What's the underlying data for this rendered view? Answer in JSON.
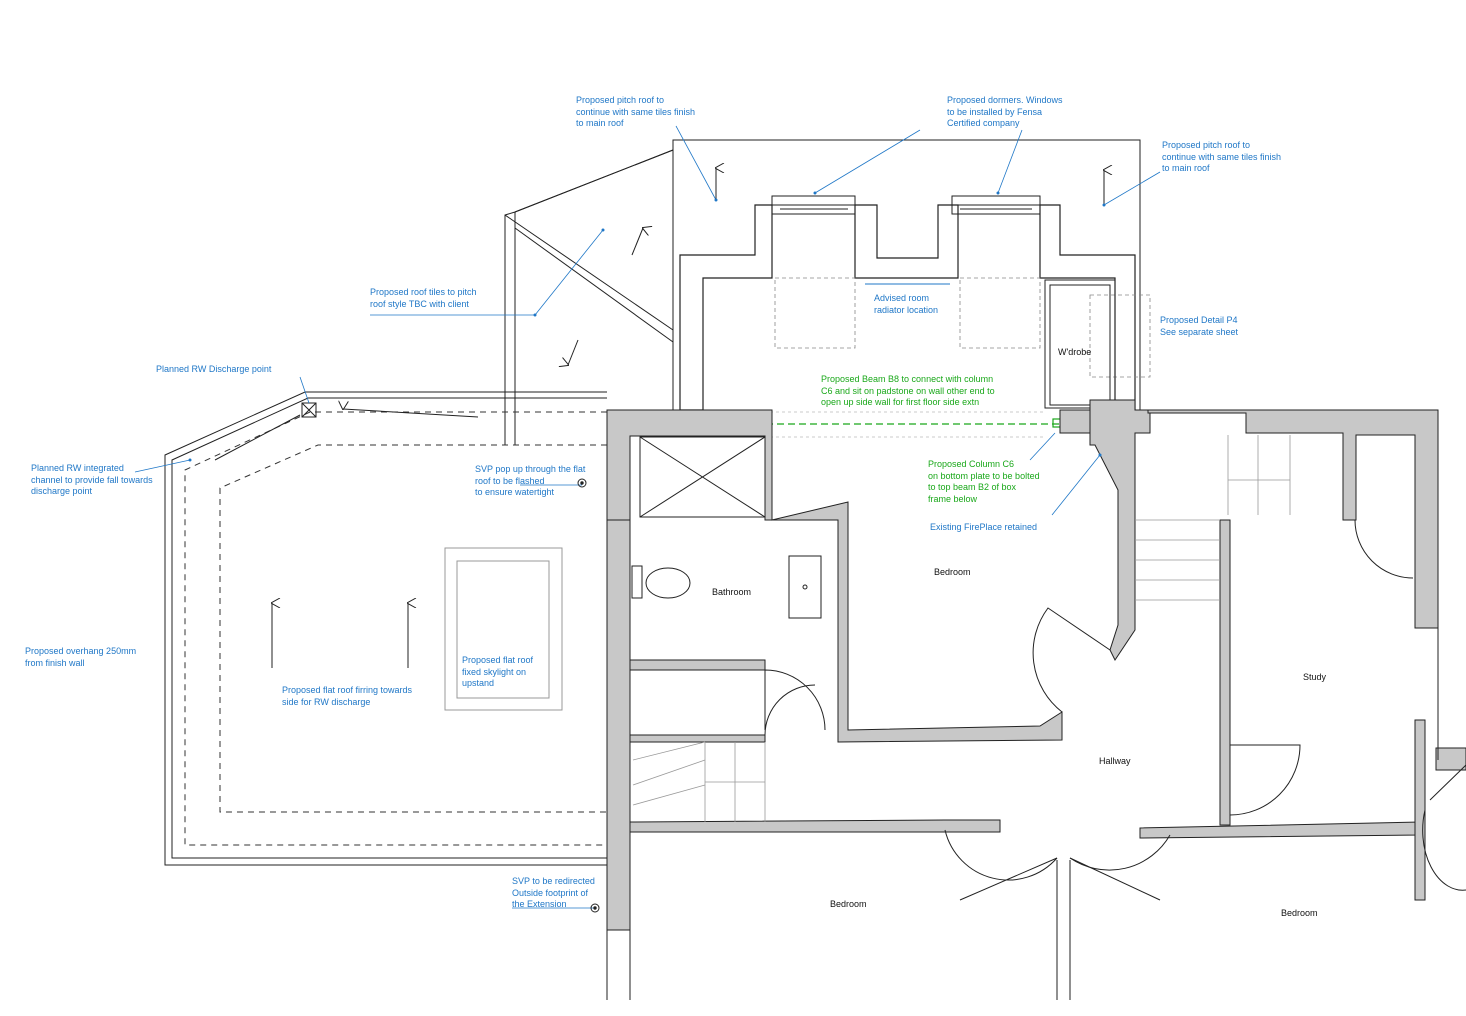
{
  "colors": {
    "annotation": "#1f77c7",
    "structural_note": "#1aa81a",
    "wall_fill": "#c8c8c8",
    "line": "#222222",
    "dash": "#333333"
  },
  "rooms": {
    "bathroom": "Bathroom",
    "bedroom_upper": "Bedroom",
    "bedroom_lower_left": "Bedroom",
    "bedroom_lower_right": "Bedroom",
    "study": "Study",
    "hallway": "Hallway",
    "wardrobe": "W'drobe"
  },
  "notes": {
    "pitch_roof_left": "Proposed pitch roof to\ncontinue with same tiles finish\nto main roof",
    "dormers": "Proposed dormers. Windows\nto be installed by Fensa\nCertified company",
    "pitch_roof_right": "Proposed pitch roof to\ncontinue with same tiles finish\nto main roof",
    "roof_tiles": "Proposed roof tiles to pitch\nroof style TBC with client",
    "radiator": "Advised room\nradiator location",
    "detail_p4": "Proposed Detail P4\nSee separate sheet",
    "rw_discharge": "Planned RW Discharge point",
    "beam_b8": "Proposed Beam B8 to connect with column\nC6 and sit on padstone on wall other end to\nopen up side wall for first floor side extn",
    "rw_channel": "Planned RW integrated\nchannel to provide fall towards\ndischarge point",
    "svp_popup": "SVP pop up through the flat\nroof to be flashed\nto ensure watertight",
    "column_c6": "Proposed Column C6\non bottom plate to be bolted\nto top beam B2 of box\nframe below",
    "fireplace": "Existing FirePlace retained",
    "overhang": "Proposed overhang 250mm\nfrom finish wall",
    "flat_roof_firring": "Proposed flat roof firring towards\nside for RW discharge",
    "skylight": "Proposed flat roof\nfixed skylight on\nupstand",
    "svp_redirect": "SVP to be redirected\nOutside footprint of\nthe Extension"
  }
}
